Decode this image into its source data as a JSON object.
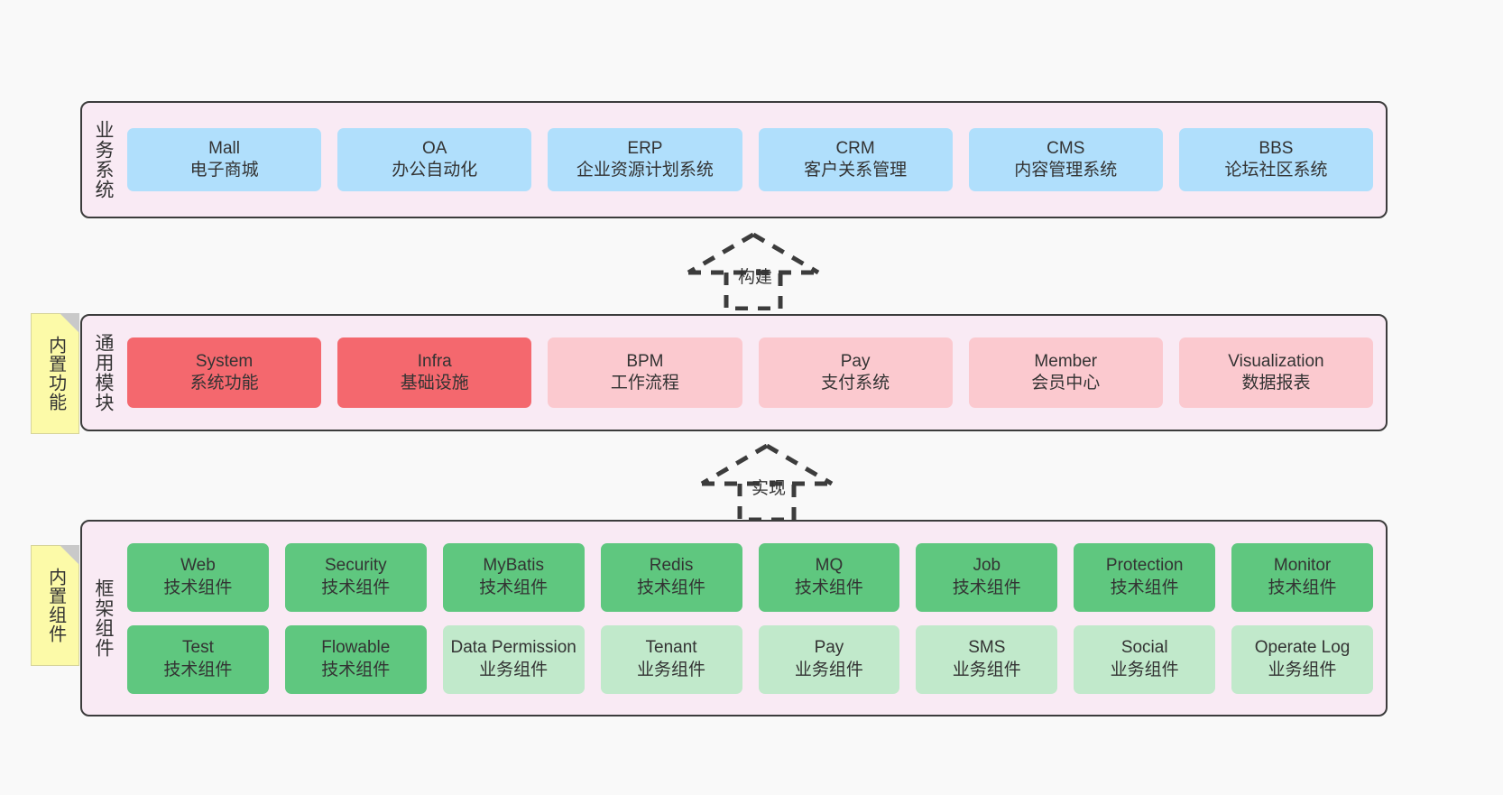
{
  "diagram": {
    "background": "#f9f9f9",
    "layer_fill": "#f9eaf4",
    "layer_border": "#3c3c3c",
    "note_fill": "#fcfaa8"
  },
  "layers": [
    {
      "id": "business",
      "title": "业务系统",
      "card_color": "#b0dffc",
      "rows": [
        {
          "cards": [
            {
              "name": "Mall",
              "desc": "电子商城",
              "variant": "c-blue"
            },
            {
              "name": "OA",
              "desc": "办公自动化",
              "variant": "c-blue"
            },
            {
              "name": "ERP",
              "desc": "企业资源计划系统",
              "variant": "c-blue"
            },
            {
              "name": "CRM",
              "desc": "客户关系管理",
              "variant": "c-blue"
            },
            {
              "name": "CMS",
              "desc": "内容管理系统",
              "variant": "c-blue"
            },
            {
              "name": "BBS",
              "desc": "论坛社区系统",
              "variant": "c-blue"
            }
          ]
        }
      ]
    },
    {
      "id": "common",
      "title": "通用模块",
      "note": "内置功能",
      "rows": [
        {
          "cards": [
            {
              "name": "System",
              "desc": "系统功能",
              "variant": "c-red"
            },
            {
              "name": "Infra",
              "desc": "基础设施",
              "variant": "c-red"
            },
            {
              "name": "BPM",
              "desc": "工作流程",
              "variant": "c-pink"
            },
            {
              "name": "Pay",
              "desc": "支付系统",
              "variant": "c-pink"
            },
            {
              "name": "Member",
              "desc": "会员中心",
              "variant": "c-pink"
            },
            {
              "name": "Visualization",
              "desc": "数据报表",
              "variant": "c-pink"
            }
          ]
        }
      ]
    },
    {
      "id": "framework",
      "title": "框架组件",
      "note": "内置组件",
      "rows": [
        {
          "cards": [
            {
              "name": "Web",
              "desc": "技术组件",
              "variant": "c-green"
            },
            {
              "name": "Security",
              "desc": "技术组件",
              "variant": "c-green"
            },
            {
              "name": "MyBatis",
              "desc": "技术组件",
              "variant": "c-green"
            },
            {
              "name": "Redis",
              "desc": "技术组件",
              "variant": "c-green"
            },
            {
              "name": "MQ",
              "desc": "技术组件",
              "variant": "c-green"
            },
            {
              "name": "Job",
              "desc": "技术组件",
              "variant": "c-green"
            },
            {
              "name": "Protection",
              "desc": "技术组件",
              "variant": "c-green"
            },
            {
              "name": "Monitor",
              "desc": "技术组件",
              "variant": "c-green"
            }
          ]
        },
        {
          "cards": [
            {
              "name": "Test",
              "desc": "技术组件",
              "variant": "c-green"
            },
            {
              "name": "Flowable",
              "desc": "技术组件",
              "variant": "c-green"
            },
            {
              "name": "Data Permission",
              "desc": "业务组件",
              "variant": "c-lightgreen"
            },
            {
              "name": "Tenant",
              "desc": "业务组件",
              "variant": "c-lightgreen"
            },
            {
              "name": "Pay",
              "desc": "业务组件",
              "variant": "c-lightgreen"
            },
            {
              "name": "SMS",
              "desc": "业务组件",
              "variant": "c-lightgreen"
            },
            {
              "name": "Social",
              "desc": "业务组件",
              "variant": "c-lightgreen"
            },
            {
              "name": "Operate Log",
              "desc": "业务组件",
              "variant": "c-lightgreen"
            }
          ]
        }
      ]
    }
  ],
  "arrows": [
    {
      "id": "build",
      "label": "构建",
      "style": "dashed-generalization",
      "direction": "up"
    },
    {
      "id": "impl",
      "label": "实现",
      "style": "dashed-generalization",
      "direction": "up"
    }
  ]
}
